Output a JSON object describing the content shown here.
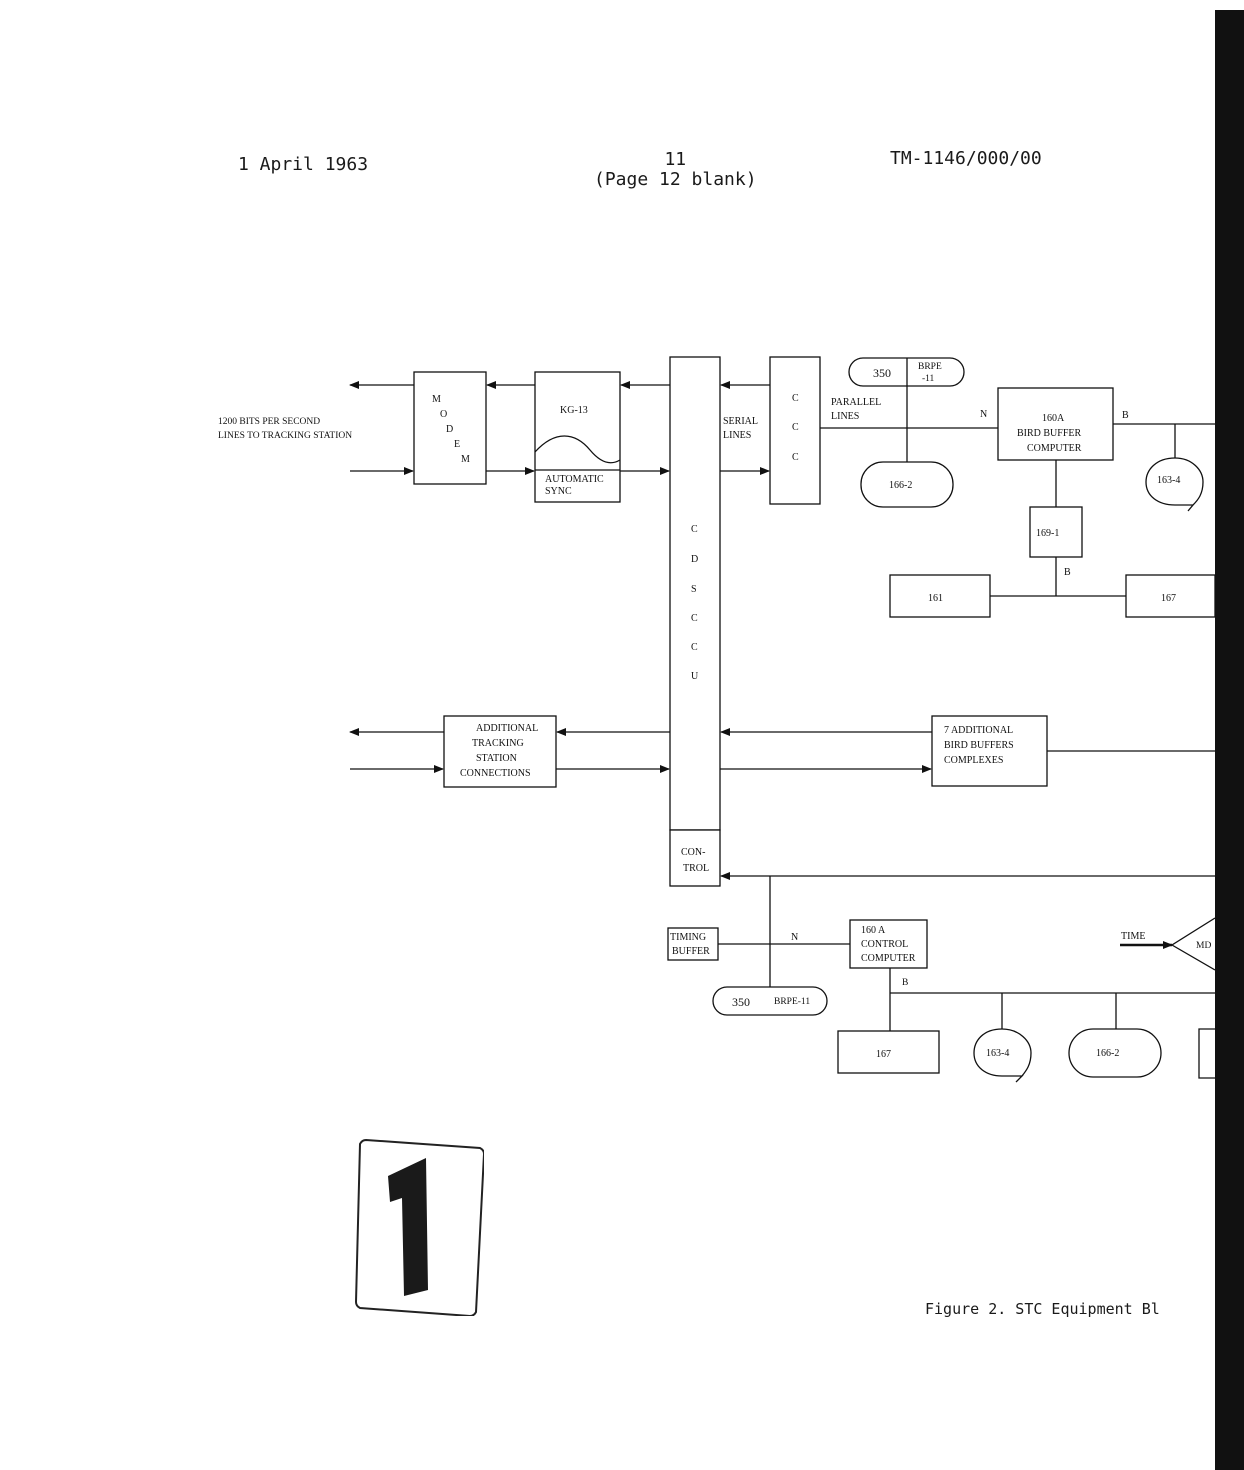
{
  "header": {
    "date": "1 April 1963",
    "page_number": "11",
    "page_note": "(Page 12 blank)",
    "doc_id": "TM-1146/000/00"
  },
  "diagram": {
    "line_label": [
      "1200 BITS PER SECOND",
      "LINES TO TRACKING STATION"
    ],
    "modem_letters": [
      "M",
      "O",
      "D",
      "E",
      "M"
    ],
    "kg13": "KG-13",
    "auto_sync": [
      "AUTOMATIC",
      "SYNC"
    ],
    "serial_lines": [
      "SERIAL",
      "LINES"
    ],
    "ccc_letters": [
      "C",
      "C",
      "C"
    ],
    "cdsccu_letters": [
      "C",
      "D",
      "S",
      "C",
      "C",
      "U"
    ],
    "control": [
      "CON-",
      "TROL"
    ],
    "brpe_top": {
      "num": "350",
      "label": [
        "BRPE",
        "-11"
      ]
    },
    "parallel_lines": [
      "PARALLEL",
      "LINES"
    ],
    "n_label": "N",
    "b_label": "B",
    "bird_buffer": [
      "160A",
      "BIRD BUFFER",
      "COMPUTER"
    ],
    "drum_166_top": "166-2",
    "tape_163_top": "163-4",
    "box_169": "169-1",
    "box_161": "161",
    "box_167_top": "167",
    "additional_tracking": [
      "ADDITIONAL",
      "TRACKING",
      "STATION",
      "CONNECTIONS"
    ],
    "additional_bird": [
      "7 ADDITIONAL",
      "BIRD BUFFERS",
      "COMPLEXES"
    ],
    "timing_buffer": [
      "TIMING",
      "BUFFER"
    ],
    "control_computer": [
      "160 A",
      "CONTROL",
      "COMPUTER"
    ],
    "brpe_bottom": {
      "num": "350",
      "label": "BRPE-11"
    },
    "time_label": "TIME",
    "mdc": "MD",
    "box_167_bottom": "167",
    "tape_163_bottom": "163-4",
    "drum_166_bottom": "166-2"
  },
  "stamp_numeral": "1",
  "caption": "Figure 2.  STC Equipment Bl"
}
